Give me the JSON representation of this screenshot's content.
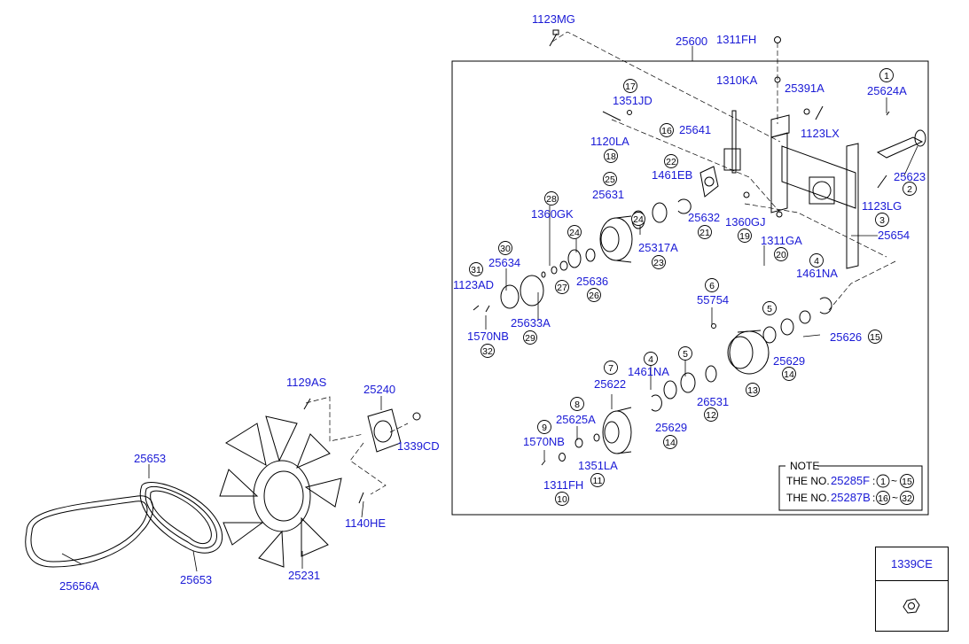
{
  "labels": {
    "l_1123MG": "1123MG",
    "l_25600": "25600",
    "l_1311FH_top": "1311FH",
    "l_1310KA": "1310KA",
    "l_25391A": "25391A",
    "l_25624A": "25624A",
    "l_1351JD": "1351JD",
    "l_25641": "25641",
    "l_1123LX": "1123LX",
    "l_1120LA": "1120LA",
    "l_25623": "25623",
    "l_1461EB": "1461EB",
    "l_25631": "25631",
    "l_1123LG": "1123LG",
    "l_1360GK": "1360GK",
    "l_25632": "25632",
    "l_1360GJ": "1360GJ",
    "l_25654": "25654",
    "l_25317A": "25317A",
    "l_1311GA": "1311GA",
    "l_25634": "25634",
    "l_1461NA_a": "1461NA",
    "l_1123AD": "1123AD",
    "l_25636": "25636",
    "l_55754": "55754",
    "l_25633A": "25633A",
    "l_1570NB_a": "1570NB",
    "l_25626": "25626",
    "l_25629_a": "25629",
    "l_1129AS": "1129AS",
    "l_25240": "25240",
    "l_25622": "25622",
    "l_1461NA_b": "1461NA",
    "l_1339CD": "1339CD",
    "l_26531": "26531",
    "l_25625A": "25625A",
    "l_25629_b": "25629",
    "l_25653_top": "25653",
    "l_1570NB_b": "1570NB",
    "l_1351LA": "1351LA",
    "l_1311FH_bot": "1311FH",
    "l_1140HE": "1140HE",
    "l_25656A": "25656A",
    "l_25653_bot": "25653",
    "l_25231": "25231"
  },
  "callouts": {
    "c1": "1",
    "c2": "2",
    "c3": "3",
    "c4a": "4",
    "c4b": "4",
    "c5a": "5",
    "c5b": "5",
    "c6": "6",
    "c7": "7",
    "c8": "8",
    "c9": "9",
    "c10": "10",
    "c11": "11",
    "c12": "12",
    "c13": "13",
    "c14a": "14",
    "c14b": "14",
    "c15": "15",
    "c16": "16",
    "c17": "17",
    "c18": "18",
    "c19": "19",
    "c20": "20",
    "c21": "21",
    "c22": "22",
    "c23": "23",
    "c24": "24",
    "c25": "25",
    "c26": "26",
    "c27": "27",
    "c28": "28",
    "c29": "29",
    "c30": "30",
    "c31": "31",
    "c32": "32"
  },
  "note": {
    "title": "NOTE",
    "row1_prefix": "THE NO.",
    "row1_part": "25285F",
    "row1_sep": ":",
    "row1_from": "1",
    "row1_tilde": "~",
    "row1_to": "15",
    "row2_prefix": "THE NO.",
    "row2_part": "25287B",
    "row2_sep": ":",
    "row2_from": "16",
    "row2_tilde": "~",
    "row2_to": "32"
  },
  "inset": {
    "label": "1339CE"
  }
}
